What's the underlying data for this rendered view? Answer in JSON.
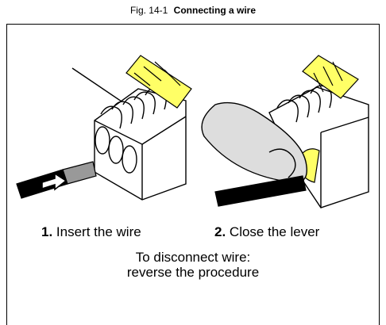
{
  "caption": {
    "number": "Fig. 14-1",
    "title": "Connecting a wire"
  },
  "steps": [
    {
      "num": "1.",
      "text": "Insert the wire"
    },
    {
      "num": "2.",
      "text": "Close the lever"
    }
  ],
  "note": {
    "line1": "To disconnect wire:",
    "line2": "reverse the procedure"
  },
  "colors": {
    "lever": "#ffff66",
    "wire_strip": "#999999",
    "finger": "#dddddd"
  }
}
